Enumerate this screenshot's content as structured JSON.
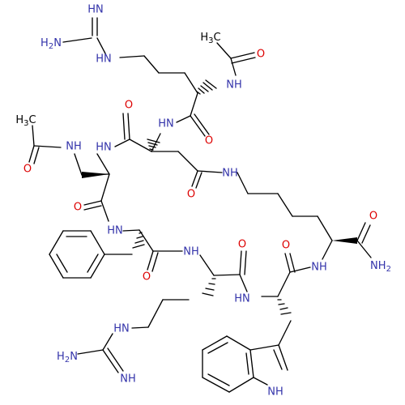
{
  "colors": {
    "bond": "#000000",
    "nitrogen": "#3333aa",
    "oxygen": "#dd0000",
    "background": "#ffffff"
  },
  "atoms": {
    "a1": {
      "text": "HN",
      "color": "nitrogen"
    },
    "a2": {
      "text": "H2N",
      "color": "nitrogen"
    },
    "a3": {
      "text": "HN",
      "color": "nitrogen"
    },
    "a4": {
      "text": "H3C",
      "color": "bond"
    },
    "a5": {
      "text": "O",
      "color": "oxygen"
    },
    "a6": {
      "text": "NH",
      "color": "nitrogen"
    },
    "a7": {
      "text": "O",
      "color": "oxygen"
    },
    "a8": {
      "text": "HN",
      "color": "nitrogen"
    },
    "a9": {
      "text": "O",
      "color": "oxygen"
    },
    "a10": {
      "text": "H3C",
      "color": "bond"
    },
    "a11": {
      "text": "NH",
      "color": "nitrogen"
    },
    "a12": {
      "text": "HN",
      "color": "nitrogen"
    },
    "a13": {
      "text": "O",
      "color": "oxygen"
    },
    "a14": {
      "text": "NH",
      "color": "nitrogen"
    },
    "a15": {
      "text": "O",
      "color": "oxygen"
    },
    "a16": {
      "text": "O",
      "color": "oxygen"
    },
    "a17": {
      "text": "O",
      "color": "oxygen"
    },
    "a18": {
      "text": "HN",
      "color": "nitrogen"
    },
    "a19": {
      "text": "NH",
      "color": "nitrogen"
    },
    "a20": {
      "text": "O",
      "color": "oxygen"
    },
    "a21": {
      "text": "O",
      "color": "oxygen"
    },
    "a22": {
      "text": "O",
      "color": "oxygen"
    },
    "a23": {
      "text": "NH",
      "color": "nitrogen"
    },
    "a24": {
      "text": "NH2",
      "color": "nitrogen"
    },
    "a25": {
      "text": "HN",
      "color": "nitrogen"
    },
    "a26": {
      "text": "HN",
      "color": "nitrogen"
    },
    "a27": {
      "text": "H2N",
      "color": "nitrogen"
    },
    "a28": {
      "text": "NH",
      "color": "nitrogen"
    },
    "a29": {
      "text": "NH",
      "color": "nitrogen"
    }
  }
}
